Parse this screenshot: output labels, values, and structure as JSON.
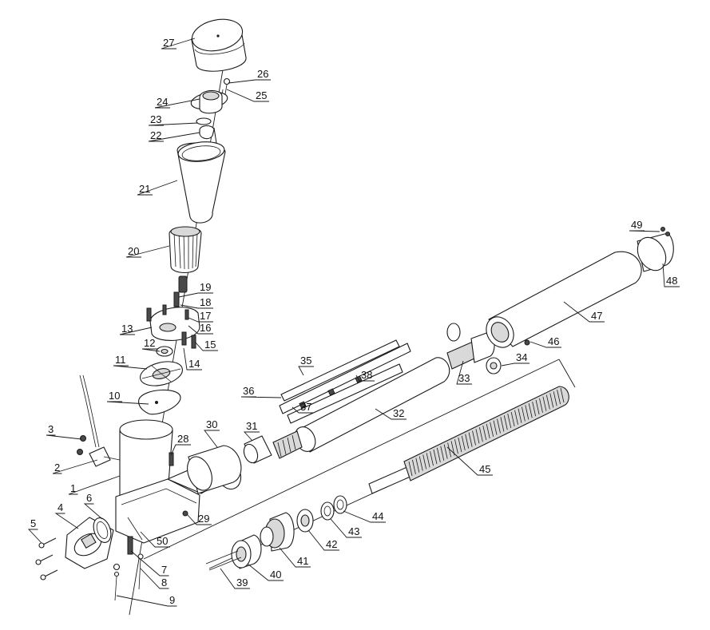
{
  "diagram": {
    "callouts": [
      "1",
      "2",
      "3",
      "4",
      "5",
      "6",
      "7",
      "8",
      "9",
      "10",
      "11",
      "12",
      "13",
      "14",
      "15",
      "16",
      "17",
      "18",
      "19",
      "20",
      "21",
      "22",
      "23",
      "24",
      "25",
      "26",
      "27",
      "28",
      "29",
      "30",
      "31",
      "32",
      "33",
      "34",
      "35",
      "36",
      "37",
      "38",
      "39",
      "40",
      "41",
      "42",
      "43",
      "44",
      "45",
      "46",
      "47",
      "48",
      "49",
      "50"
    ]
  }
}
